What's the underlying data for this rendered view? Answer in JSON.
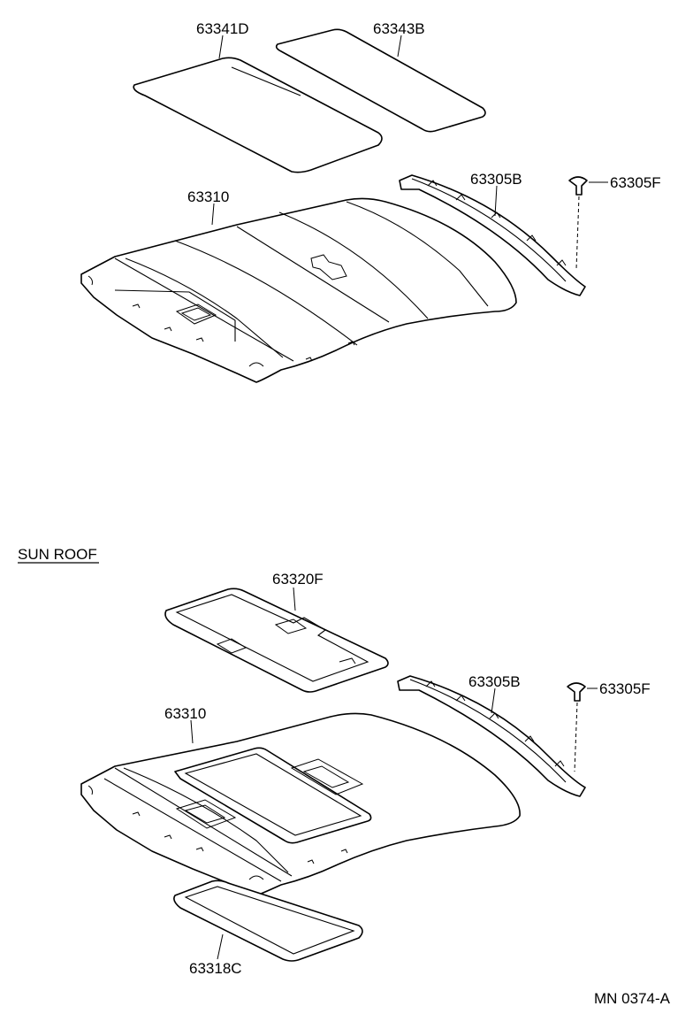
{
  "labels": {
    "sunvisor_top": "63341D",
    "sunshade_top": "63343B",
    "headlining_top": "63310",
    "rail_top": "63305B",
    "clip_top": "63305F",
    "section_sunroof": "SUN ROOF",
    "sunroof_trim": "63320F",
    "rail_bottom": "63305B",
    "clip_bottom": "63305F",
    "headlining_bottom": "63310",
    "sunroof_panel": "63318C",
    "figure_code": "MN 0374-A"
  }
}
